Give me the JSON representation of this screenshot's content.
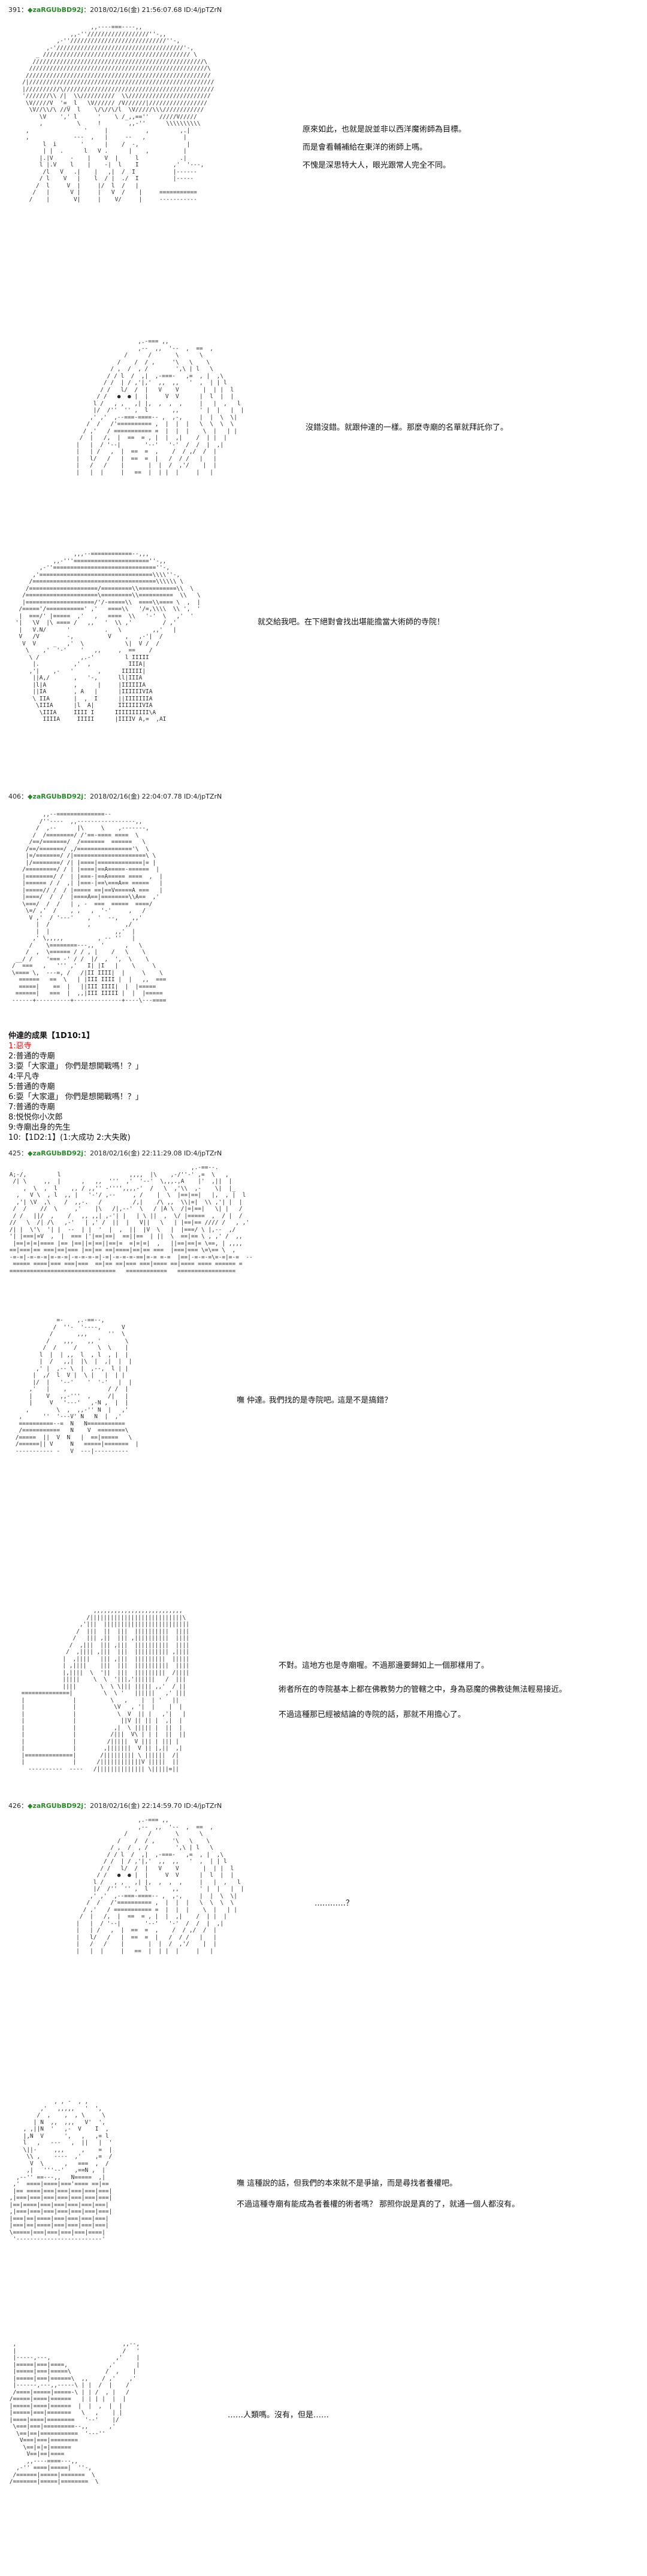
{
  "posts": [
    {
      "header": {
        "num": "391：",
        "trip": "◆zaRGUbBD92j",
        "meta": "：2018/02/16(金) 21:56:07.68 ID:4/jpTZrN"
      },
      "lines": [
        "原來如此，也就是說並非以西洋魔術師為目標。",
        "而是會看輔補給在東洋的術師上嗎。",
        "不愧是深思特大人，眼光跟常人完全不同。",
        "沒錯沒錯。就跟仲達的一樣。那麼寺廟的名單就拜託你了。",
        "就交給我吧。在下絕對會找出堪能擔當大術師的寺院！"
      ]
    },
    {
      "header": {
        "num": "406：",
        "trip": "◆zaRGUbBD92j",
        "meta": "：2018/02/16(金) 22:04:07.78 ID:4/jpTZrN"
      },
      "poll": {
        "title": "仲達的成果【1D10:1】",
        "items": [
          "1:惡寺",
          "2:普通的寺廟",
          "3:耍「大家還」 你們是想開戰嗎！？」",
          "4:平凡寺",
          "5:普通的寺廟",
          "6:耍「大家還」 你們是想開戰嗎！？」",
          "7:普通的寺廟",
          "8:悦悦你小次郎",
          "9:寺廟出身的先生"
        ],
        "last": "10:【1D2:1】(1:大成功 2:大失敗)"
      }
    },
    {
      "header": {
        "num": "425：",
        "trip": "◆zaRGUbBD92j",
        "meta": "：2018/02/16(金) 22:11:29.08 ID:4/jpTZrN"
      },
      "lines": [
        "嘸 仲達｡ 我們找的是寺院吧｡ 這是不是搞錯？",
        "不對。這地方也是寺廟喔。不過那邊要歸如上一個那樣用了。",
        "術者所在的寺院基本上都在佛教勢力的管轄之中，身為惡魔的佛教徒無法輕易接近。",
        "不過這種那已經被結論的寺院的話，那就不用擔心了。"
      ]
    },
    {
      "header": {
        "num": "426：",
        "trip": "◆zaRGUbBD92j",
        "meta": "：2018/02/16(金) 22:14:59.70 ID:4/jpTZrN"
      },
      "lines": [
        "…………？",
        "嘸 這種說的話，但我們的本來就不是爭搶，而是尋找者養權吧。",
        "不過這種寺廟有能成為者養權的術者嗎？ 那照你說是真的了，就通一個人都沒有。",
        "……人類嗎。沒有，但是……"
      ]
    }
  ]
}
